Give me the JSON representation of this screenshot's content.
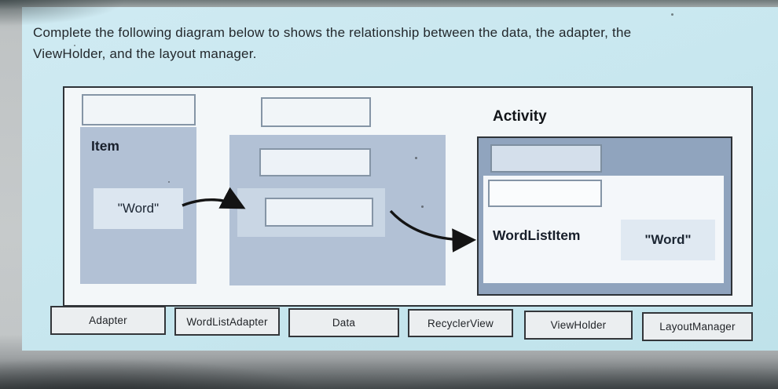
{
  "instruction": {
    "line1": "Complete the following diagram below to shows the relationship between the data, the adapter, the",
    "line2": "ViewHolder, and the layout manager."
  },
  "diagram": {
    "activity_label": "Activity",
    "item_panel": {
      "title": "Item",
      "value": "\"Word\""
    },
    "right_panel": {
      "item_label": "WordListItem",
      "item_value": "\"Word\""
    }
  },
  "answer_bank": {
    "items": [
      {
        "label": "Adapter"
      },
      {
        "label": "WordListAdapter"
      },
      {
        "label": "Data"
      },
      {
        "label": "RecyclerView"
      },
      {
        "label": "ViewHolder"
      },
      {
        "label": "LayoutManager"
      }
    ]
  },
  "colors": {
    "screen_background": "#c8e7ef",
    "panel_blue": "#b2c1d5",
    "panel_header_blue": "#90a4be",
    "slot_fill": "#edf2f7",
    "slot_border": "#8595a6",
    "arrow": "#141414"
  }
}
